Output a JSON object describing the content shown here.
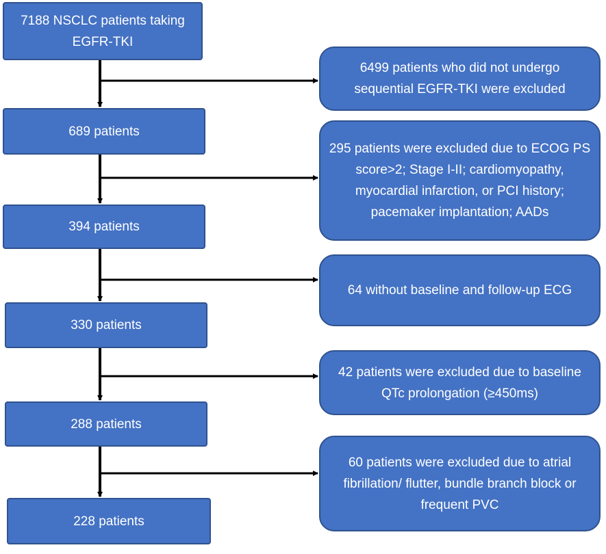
{
  "flowchart": {
    "steps": [
      {
        "label": "7188 NSCLC patients taking EGFR-TKI"
      },
      {
        "label": "689 patients"
      },
      {
        "label": "394 patients"
      },
      {
        "label": "330 patients"
      },
      {
        "label": "288 patients"
      },
      {
        "label": "228 patients"
      }
    ],
    "exclusions": [
      {
        "label": "6499 patients who did not undergo sequential EGFR-TKI were excluded"
      },
      {
        "label": "295 patients were excluded due to ECOG PS score>2; Stage I-II; cardiomyopathy, myocardial infarction, or PCI history; pacemaker implantation; AADs"
      },
      {
        "label": "64 without baseline and follow-up ECG"
      },
      {
        "label": "42 patients were excluded due to baseline QTc prolongation (≥450ms)"
      },
      {
        "label": "60 patients were excluded due to atrial fibrillation/ flutter, bundle branch block or frequent PVC"
      }
    ]
  },
  "colors": {
    "box_fill": "#4472c4",
    "box_border": "#2f528f",
    "box_text": "#ffffff",
    "arrow": "#000000"
  }
}
